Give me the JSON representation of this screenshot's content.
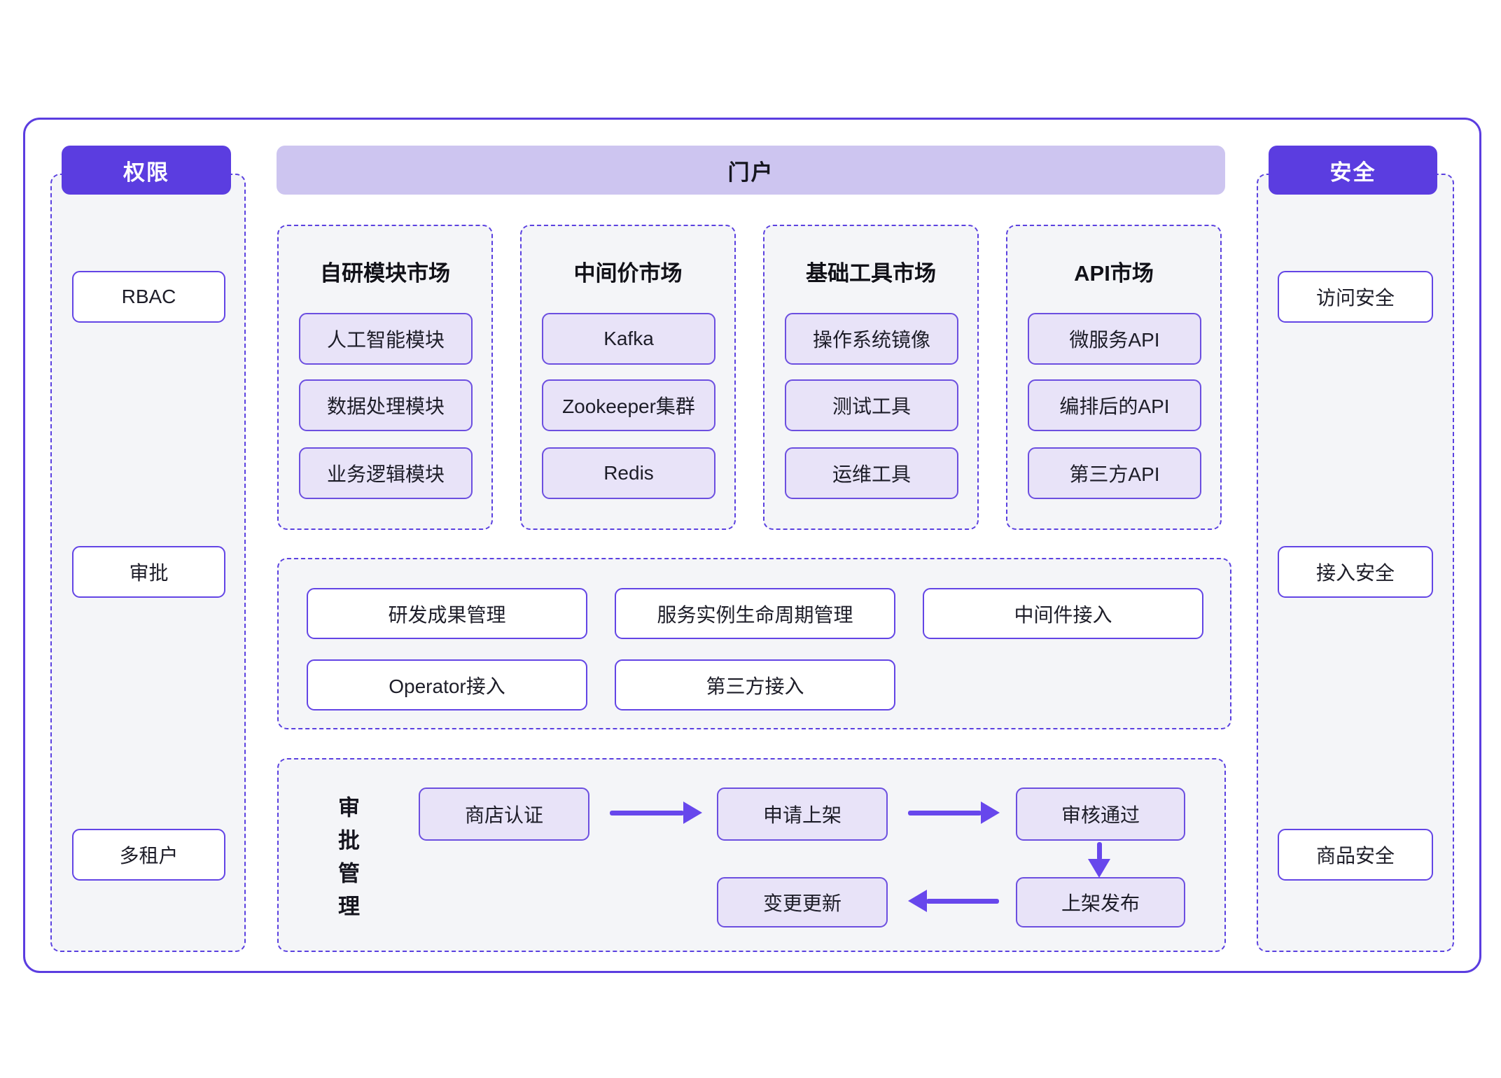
{
  "colors": {
    "primary_purple": "#5b3de0",
    "portal_header_bg": "#cdc5f0",
    "section_bg": "#f4f5f8",
    "item_bg": "#e8e3f8",
    "arrow": "#6747ec"
  },
  "permissions": {
    "title": "权限",
    "items": [
      {
        "label": "RBAC"
      },
      {
        "label": "审批"
      },
      {
        "label": "多租户"
      }
    ]
  },
  "security": {
    "title": "安全",
    "items": [
      {
        "label": "访问安全"
      },
      {
        "label": "接入安全"
      },
      {
        "label": "商品安全"
      }
    ]
  },
  "portal": {
    "title": "门户",
    "markets": [
      {
        "title": "自研模块市场",
        "items": [
          {
            "label": "人工智能模块"
          },
          {
            "label": "数据处理模块"
          },
          {
            "label": "业务逻辑模块"
          }
        ]
      },
      {
        "title": "中间价市场",
        "items": [
          {
            "label": "Kafka"
          },
          {
            "label": "Zookeeper集群"
          },
          {
            "label": "Redis"
          }
        ]
      },
      {
        "title": "基础工具市场",
        "items": [
          {
            "label": "操作系统镜像"
          },
          {
            "label": "测试工具"
          },
          {
            "label": "运维工具"
          }
        ]
      },
      {
        "title": "API市场",
        "items": [
          {
            "label": "微服务API"
          },
          {
            "label": "编排后的API"
          },
          {
            "label": "第三方API"
          }
        ]
      }
    ],
    "management": {
      "row1": [
        {
          "label": "研发成果管理"
        },
        {
          "label": "服务实例生命周期管理"
        },
        {
          "label": "中间件接入"
        }
      ],
      "row2": [
        {
          "label": "Operator接入"
        },
        {
          "label": "第三方接入"
        }
      ]
    },
    "approval": {
      "label": "审批管理",
      "steps": [
        {
          "label": "商店认证"
        },
        {
          "label": "申请上架"
        },
        {
          "label": "审核通过"
        },
        {
          "label": "上架发布"
        },
        {
          "label": "变更更新"
        }
      ]
    }
  }
}
